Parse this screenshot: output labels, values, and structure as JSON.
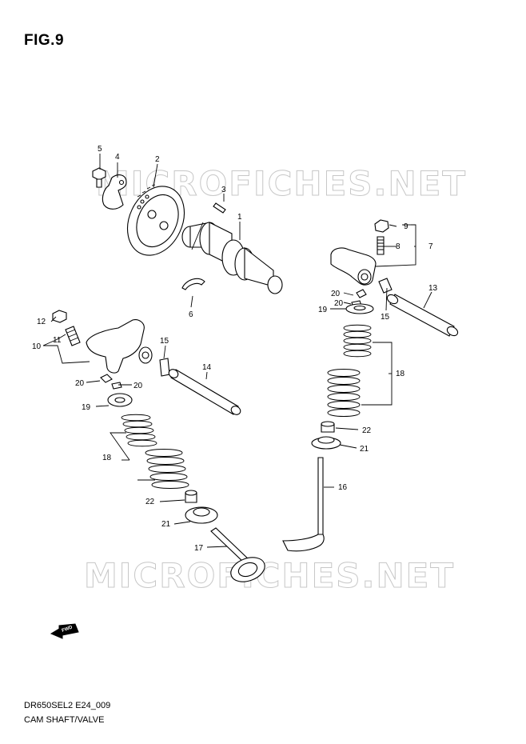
{
  "figure": {
    "title": "FIG.9",
    "model_code": "DR650SEL2 E24_009",
    "caption": "CAM SHAFT/VALVE"
  },
  "watermark": {
    "text": "MICROFICHES.NET"
  },
  "fwd_icon": {
    "label": "FWD"
  },
  "callouts": {
    "c1": "1",
    "c2": "2",
    "c3": "3",
    "c4": "4",
    "c5": "5",
    "c6": "6",
    "c7": "7",
    "c8": "8",
    "c9": "9",
    "c10": "10",
    "c11": "11",
    "c12": "12",
    "c13": "13",
    "c14": "14",
    "c15a": "15",
    "c15b": "15",
    "c16": "16",
    "c17": "17",
    "c18a": "18",
    "c18b": "18",
    "c19a": "19",
    "c19b": "19",
    "c20a": "20",
    "c20b": "20",
    "c20c": "20",
    "c20d": "20",
    "c21a": "21",
    "c21b": "21",
    "c22a": "22",
    "c22b": "22"
  }
}
